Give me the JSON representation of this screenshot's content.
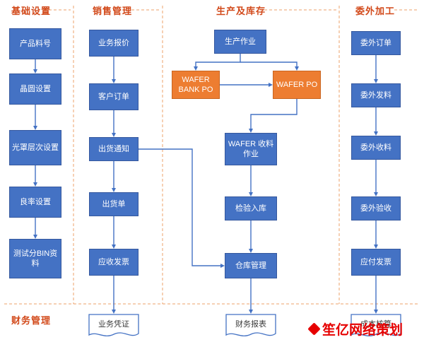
{
  "lanes": [
    {
      "title": "基础设置",
      "items": [
        "产品料号",
        "晶圆设置",
        "光罩层次设置",
        "良率设置",
        "测试分BIN资料"
      ]
    },
    {
      "title": "销售管理",
      "items": [
        "业务报价",
        "客户订单",
        "出货通知",
        "出货单",
        "应收发票"
      ]
    },
    {
      "title": "生产及库存",
      "items": [
        "生产作业",
        "WAFER BANK PO",
        "WAFER PO",
        "WAFER 收料作业",
        "检验入库",
        "仓库管理"
      ]
    },
    {
      "title": "委外加工",
      "items": [
        "委外订单",
        "委外发料",
        "委外收料",
        "委外验收",
        "应付发票"
      ]
    }
  ],
  "bottom": {
    "title": "财务管理",
    "docs": [
      "业务凭证",
      "财务报表",
      "成本核算"
    ]
  },
  "watermark": {
    "text": "笙亿网络策划"
  },
  "colors": {
    "box_blue": "#4472C4",
    "box_orange": "#ED7D31",
    "header_text": "#D2491A",
    "arrow": "#4472C4",
    "dash": "#ED9B60",
    "watermark_red": "#E60000"
  }
}
